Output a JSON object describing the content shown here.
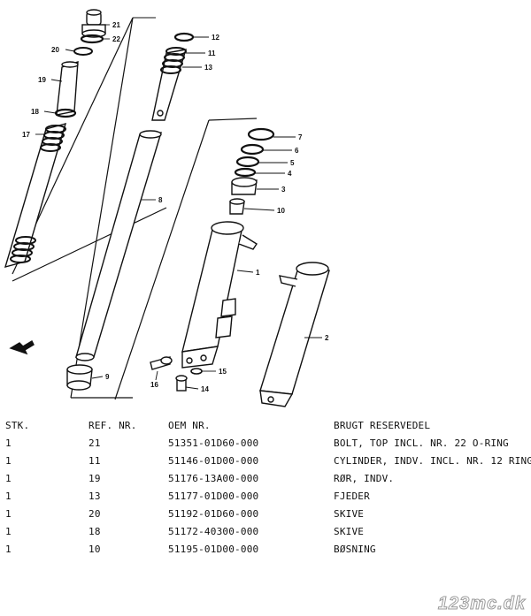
{
  "diagram": {
    "callouts": [
      "21",
      "22",
      "20",
      "19",
      "18",
      "17",
      "12",
      "11",
      "13",
      "8",
      "7",
      "6",
      "5",
      "4",
      "3",
      "10",
      "1",
      "2",
      "9",
      "16",
      "15",
      "14"
    ]
  },
  "table": {
    "headers": [
      "STK.",
      "REF. NR.",
      "OEM NR.",
      "BRUGT RESERVEDEL"
    ],
    "rows": [
      [
        "1",
        "21",
        "51351-01D60-000",
        "BOLT, TOP INCL. NR. 22 O-RING"
      ],
      [
        "1",
        "11",
        "51146-01D00-000",
        "CYLINDER, INDV. INCL. NR. 12 RING"
      ],
      [
        "1",
        "19",
        "51176-13A00-000",
        "RØR, INDV."
      ],
      [
        "1",
        "13",
        "51177-01D00-000",
        "FJEDER"
      ],
      [
        "1",
        "20",
        "51192-01D60-000",
        "SKIVE"
      ],
      [
        "1",
        "18",
        "51172-40300-000",
        "SKIVE"
      ],
      [
        "1",
        "10",
        "51195-01D00-000",
        "BØSNING"
      ]
    ]
  },
  "watermark": "123mc.dk"
}
